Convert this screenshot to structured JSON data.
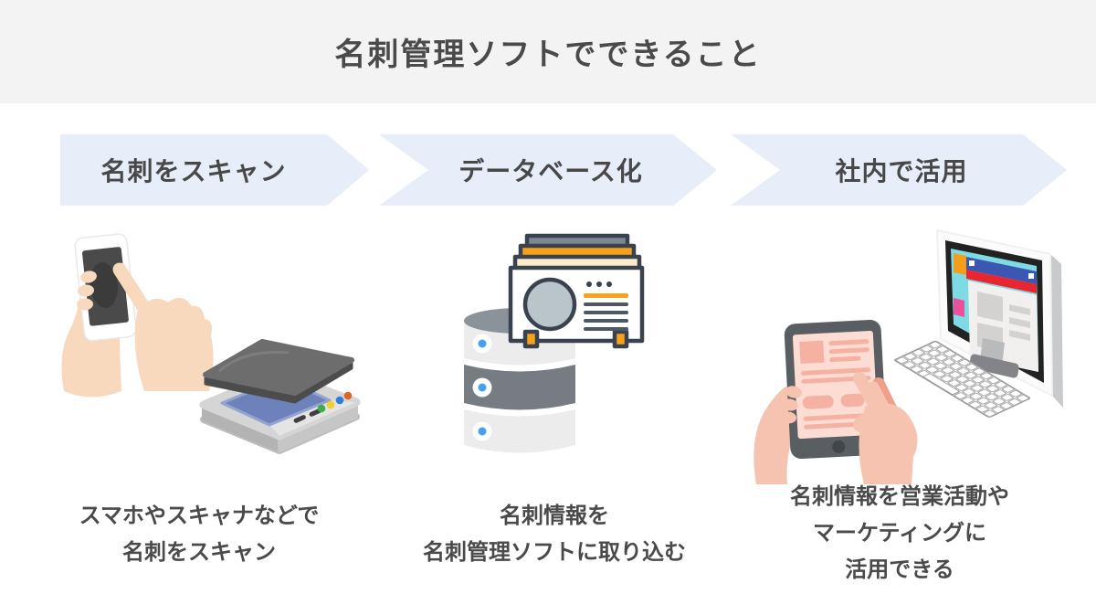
{
  "header": {
    "title": "名刺管理ソフトでできること",
    "background": "#f3f3f4",
    "text_color": "#4a4a4a"
  },
  "flow": {
    "banner_fill": "#e7edf9",
    "banner_text_color": "#484848"
  },
  "steps": [
    {
      "banner_label": "名刺をスキャン",
      "caption": "スマホやスキャナなどで\n名刺をスキャン",
      "illustration": "smartphone-scan-and-scanner-icon"
    },
    {
      "banner_label": "データベース化",
      "caption": "名刺情報を\n名刺管理ソフトに取り込む",
      "illustration": "business-card-database-icon"
    },
    {
      "banner_label": "社内で活用",
      "caption": "名刺情報を営業活動や\nマーケティングに\n活用できる",
      "illustration": "tablet-and-desktop-icon"
    }
  ],
  "palette": {
    "caption_text": "#4a4a4a",
    "skin_beige": "#f8d9bd",
    "skin_pink": "#f7c3b1",
    "phone_screen": "#4a4a4a",
    "scanner_glass": "#6d82ba",
    "scanner_lid": "#6d6d6d",
    "card_outline": "#3b424f",
    "card_orange": "#f6a21c",
    "card_cream": "#fbeccb",
    "card_slate": "#7c8895",
    "db_light": "#ececec",
    "db_dark": "#777c83",
    "db_dot_blue": "#4aa0e8",
    "monitor_cyan": "#7edbe4",
    "monitor_blue_bar": "#3c56b4",
    "monitor_red_bar": "#e82631",
    "monitor_orange_tab": "#f59e1b",
    "monitor_pink_tab": "#e9509e",
    "tablet_screen": "#fcdcd3",
    "tablet_content": "#f5b2a2"
  }
}
